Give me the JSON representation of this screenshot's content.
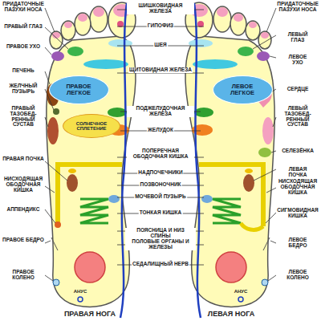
{
  "diagram": {
    "nodes": [
      {
        "text": [
          "ПРАВОЕ ЛЕГКОЕ"
        ]
      },
      {
        "text": [
          "СОЛНЕЧНОЕ СПЛЕТЕНИЕ"
        ]
      },
      {
        "text": [
          "ЛЕВОЕ ЛЕГКОЕ"
        ]
      }
    ],
    "labels": [
      "ПРИДАТОЧНЫЕ ПАЗУХИ НОСА",
      "ПРАВЫЙ ГЛАЗ",
      "ПРАВОЕ УХО",
      "ПЕЧЕНЬ",
      "ЖЕЛЧНЫЙ ПУЗЫРЬ",
      "ПРАВЫЙ ТАЗОБЕД-РЕННЫЙ СУСТАВ",
      "ПРАВАЯ ПОЧКА",
      "НИСХОДЯЩАЯ ОБОДОЧНАЯ КИШКА",
      "АППЕНДИКС",
      "ПРАВОЕ БЕДРО",
      "ПРАВОЕ КОЛЕНО",
      "ШИШКОВИДНАЯ ЖЕЛЕЗА",
      "ГИПОФИЗ",
      "ШЕЯ",
      "ЩИТОВИДНАЯ ЖЕЛЕЗА",
      "ПОДЖЕЛУДОЧНАЯ ЖЕЛЕЗА",
      "ЖЕЛУДОК",
      "ПОПЕРЕЧНАЯ ОБОДОЧНАЯ КИШКА",
      "НАДПОЧЕЧНИКИ",
      "ПОЗВОНОЧНИК",
      "МОЧЕВОЙ ПУЗЫРЬ",
      "ТОНКАЯ КИШКА",
      "ПОЯСНИЦА И НИЗ СПИНЫ",
      "ПОЛОВЫЕ ОРГАНЫ И ЖЕЛЕЗЫ",
      "СЕДАЛИЩНЫЙ НЕРВ",
      "ПРИДАТОЧНЫЕ ПАЗУХИ НОСА",
      "ЛЕВЫЙ ГЛАЗ",
      "ЛЕВОЕ УХО",
      "СЕРДЦЕ",
      "ЛЕВЫЙ ТАЗОБЕД-РЕННЫЙ СУСТАВ",
      "СЕЛЕЗЁНКА",
      "ЛЕВАЯ ПОЧКА",
      "НИСХОДЯЩАЯ ОБОДОЧНАЯ КИШКА",
      "СИГМОВИДНАЯ КИШКА",
      "ЛЕВОЕ БЕДРО",
      "ЛЕВОЕ КОЛЕНО",
      "АНУС",
      "АНУС",
      "ПРАВАЯ НОГА",
      "ЛЕВАЯ НОГА"
    ]
  }
}
